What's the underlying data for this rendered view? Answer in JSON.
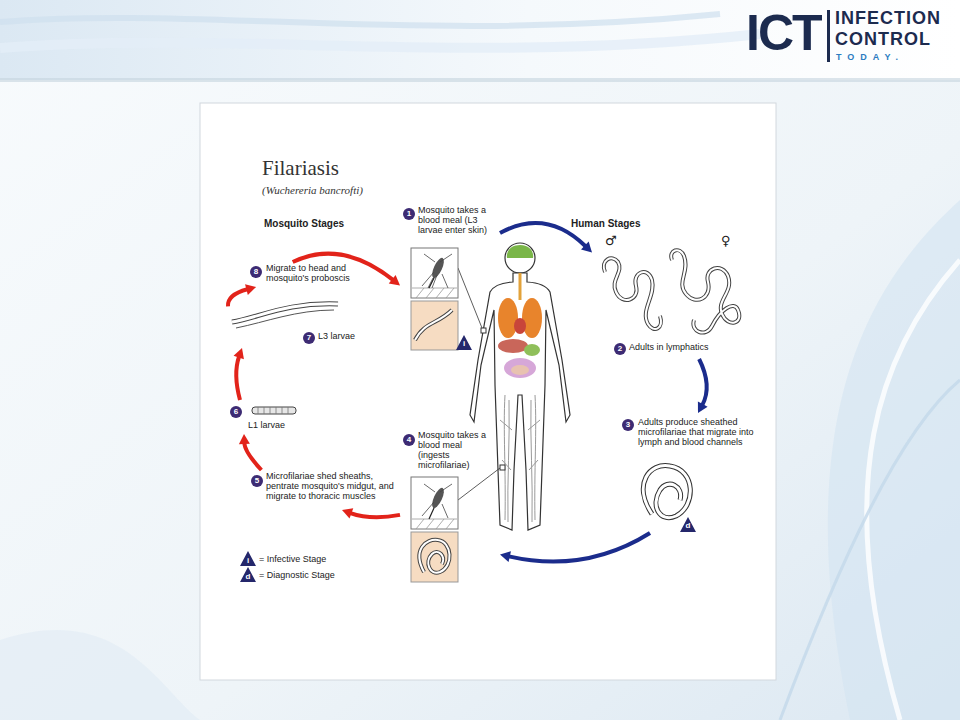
{
  "diagram": {
    "title": "Filariasis",
    "nodes": [
      {
        "text": [
          "1",
          "Mosquito takes a blood meal (L3 larvae enter skin)"
        ]
      },
      {
        "text": [
          "2",
          "Adults in lymphatics"
        ]
      },
      {
        "text": [
          "3",
          "Adults produce sheathed microfilariae that migrate into lymph and blood channels"
        ]
      },
      {
        "text": [
          "4",
          "Mosquito takes a blood meal (ingests microfilariae)"
        ]
      },
      {
        "text": [
          "5",
          "Microfilariae shed sheaths, pentrate mosquito's midgut, and migrate to thoracic muscles"
        ]
      },
      {
        "text": [
          "6",
          "L1 larvae"
        ]
      },
      {
        "text": [
          "7",
          "L3 larvae"
        ]
      },
      {
        "text": [
          "8",
          "Migrate to head and mosquito's proboscis"
        ]
      }
    ],
    "edges": [
      {
        "from": 0,
        "to": 1,
        "arrow": "to"
      },
      {
        "from": 1,
        "to": 2,
        "arrow": "to"
      },
      {
        "from": 2,
        "to": 3,
        "arrow": "to"
      },
      {
        "from": 3,
        "to": 4,
        "arrow": "to"
      },
      {
        "from": 4,
        "to": 5,
        "arrow": "to"
      },
      {
        "from": 5,
        "to": 6,
        "arrow": "to"
      },
      {
        "from": 6,
        "to": 7,
        "arrow": "to"
      },
      {
        "from": 7,
        "to": 0,
        "arrow": "to"
      }
    ],
    "labels": [
      "ICT",
      "INFECTION",
      "CONTROL",
      "TODAY.",
      "(Wuchereria bancrofti)",
      "Mosquito Stages",
      "Human Stages",
      "♂",
      "♀",
      "i",
      "d",
      "i",
      "d"
    ],
    "legend": [
      {
        "text": "= Infective Stage"
      },
      {
        "text": "= Diagnostic Stage"
      }
    ]
  }
}
